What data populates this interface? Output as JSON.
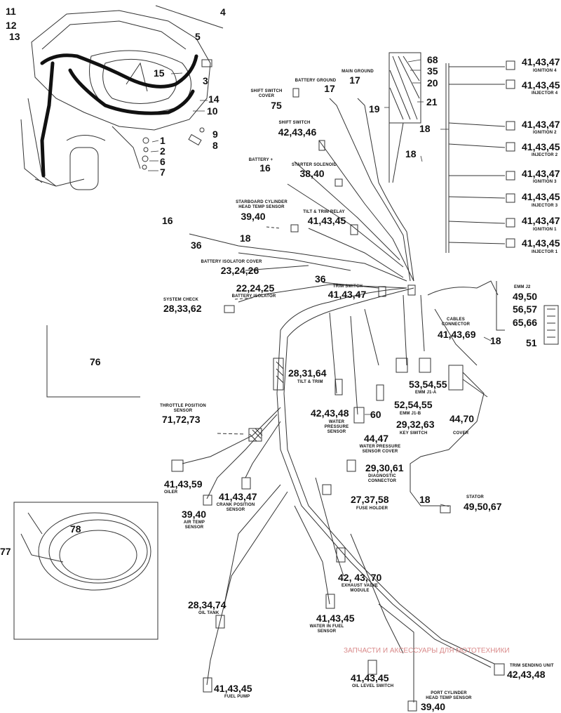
{
  "callouts": {
    "n11": "11",
    "n12": "12",
    "n13": "13",
    "n4": "4",
    "n5": "5",
    "n3": "3",
    "n15": "15",
    "n14": "14",
    "n10": "10",
    "n1": "1",
    "n2": "2",
    "n6": "6",
    "n7": "7",
    "n9": "9",
    "n8": "8",
    "n76": "76",
    "n77": "77",
    "n78": "78",
    "n68": "68",
    "n35": "35",
    "n20": "20",
    "n21": "21",
    "n19": "19",
    "n18a": "18",
    "n18b": "18",
    "n18c": "18",
    "n18d": "18",
    "n18e": "18",
    "n16a": "16",
    "n16b": "16",
    "n36a": "36",
    "n36b": "36",
    "n17a": "17",
    "n17b": "17",
    "n75": "75",
    "n60": "60"
  },
  "labels": {
    "battery_ground": "BATTERY GROUND",
    "main_ground": "MAIN GROUND",
    "shift_switch_cover": "SHIFT SWITCH\nCOVER",
    "shift_switch": "SHIFT SWITCH",
    "shift_switch_parts": "42,43,46",
    "battery_plus": "BATTERY +",
    "starter_solenoid": "STARTER SOLENOID",
    "starter_solenoid_parts": "38,40",
    "stbd_head_temp": "STARBOARD CYLINDER\nHEAD TEMP SENSOR",
    "stbd_head_temp_parts": "39,40",
    "tilt_trim_relay": "TILT & TRIM RELAY",
    "tilt_trim_relay_parts": "41,43,45",
    "battery_isolator_cover": "BATTERY ISOLATOR COVER",
    "battery_isolator_cover_parts": "23,24,26",
    "battery_isolator": "BATTERY ISOLATOR",
    "battery_isolator_parts": "22,24,25",
    "trim_switch": "TRIM SWITCH",
    "trim_switch_parts": "41,43,47",
    "system_check": "SYSTEM CHECK",
    "system_check_parts": "28,33,62",
    "tilt_trim": "TILT & TRIM",
    "tilt_trim_parts": "28,31,64",
    "emm_j1a": "EMM J1-A",
    "emm_j1a_parts": "53,54,55",
    "emm_j1b": "EMM J1-B",
    "emm_j1b_parts": "52,54,55",
    "key_switch": "KEY SWITCH",
    "key_switch_parts": "29,32,63",
    "water_pressure_sensor": "WATER\nPRESSURE\nSENSOR",
    "water_pressure_sensor_parts": "42,43,48",
    "water_pressure_cover": "WATER PRESSURE\nSENSOR COVER",
    "water_pressure_cover_parts": "44,47",
    "cover": "COVER",
    "cover_parts": "44,70",
    "diag_connector": "DIAGNOSTIC\nCONNECTOR",
    "diag_connector_parts": "29,30,61",
    "throttle_pos": "THROTTLE POSITION\nSENSOR",
    "throttle_pos_parts": "71,72,73",
    "oiler": "OILER",
    "oiler_parts": "41,43,59",
    "crank_pos": "CRANK POSITION\nSENSOR",
    "crank_pos_parts": "41,43,47",
    "air_temp": "AIR TEMP\nSENSOR",
    "air_temp_parts": "39,40",
    "fuse_holder": "FUSE HOLDER",
    "fuse_holder_parts": "27,37,58",
    "exhaust_valve": "EXHAUST VALVE\nMODULE",
    "exhaust_valve_parts": "42, 43, 70",
    "oil_tank": "OIL TANK",
    "oil_tank_parts": "28,34,74",
    "water_in_fuel": "WATER IN FUEL\nSENSOR",
    "water_in_fuel_parts": "41,43,45",
    "fuel_pump": "FUEL PUMP",
    "fuel_pump_parts": "41,43,45",
    "oil_level_switch": "OIL LEVEL SWITCH",
    "oil_level_switch_parts": "41,43,45",
    "port_head_temp": "PORT CYLINDER\nHEAD TEMP SENSOR",
    "port_head_temp_parts": "39,40",
    "trim_sending": "TRIM SENDING UNIT",
    "trim_sending_parts": "42,43,48",
    "stator": "STATOR",
    "stator_parts": "49,50,67",
    "emm_j2": "EMM J2",
    "emm_j2_parts_a": "49,50",
    "emm_j2_parts_b": "56,57",
    "emm_j2_parts_c": "65,66",
    "emm_j2_parts_d": "51",
    "cables_connector": "CABLES\nCONNECTOR",
    "cables_connector_parts": "41,43,69",
    "ignition4": "IGNITION 4",
    "ignition4_parts": "41,43,47",
    "injector4": "INJECTOR 4",
    "injector4_parts": "41,43,45",
    "ignition2": "IGNITION 2",
    "ignition2_parts": "41,43,47",
    "injector2": "INJECTOR 2",
    "injector2_parts": "41,43,45",
    "ignition3": "IGNITION 3",
    "ignition3_parts": "41,43,47",
    "injector3": "INJECTOR 3",
    "injector3_parts": "41,43,45",
    "ignition1": "IGNITION 1",
    "ignition1_parts": "41,43,47",
    "injector1": "INJECTOR 1",
    "injector1_parts": "41,43,45"
  },
  "watermark": {
    "text": "ЗАПЧАСТИ И АКСЕССУАРЫ ДЛЯ МОТОТЕХНИКИ",
    "color": "#d98a8a"
  }
}
